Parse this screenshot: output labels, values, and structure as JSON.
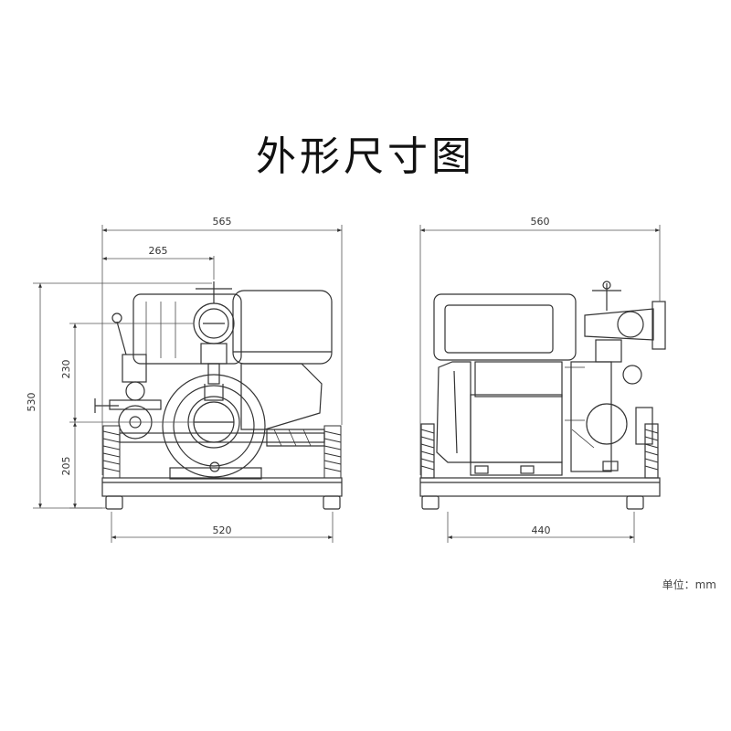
{
  "title": "外形尺寸图",
  "unit_label": "单位：mm",
  "dimensions": {
    "front_total_width": "565",
    "front_outlet_offset": "265",
    "front_height": "530",
    "front_upper_height": "230",
    "front_lower_height": "205",
    "front_base_width": "520",
    "side_total_width": "560",
    "side_base_width": "440"
  }
}
